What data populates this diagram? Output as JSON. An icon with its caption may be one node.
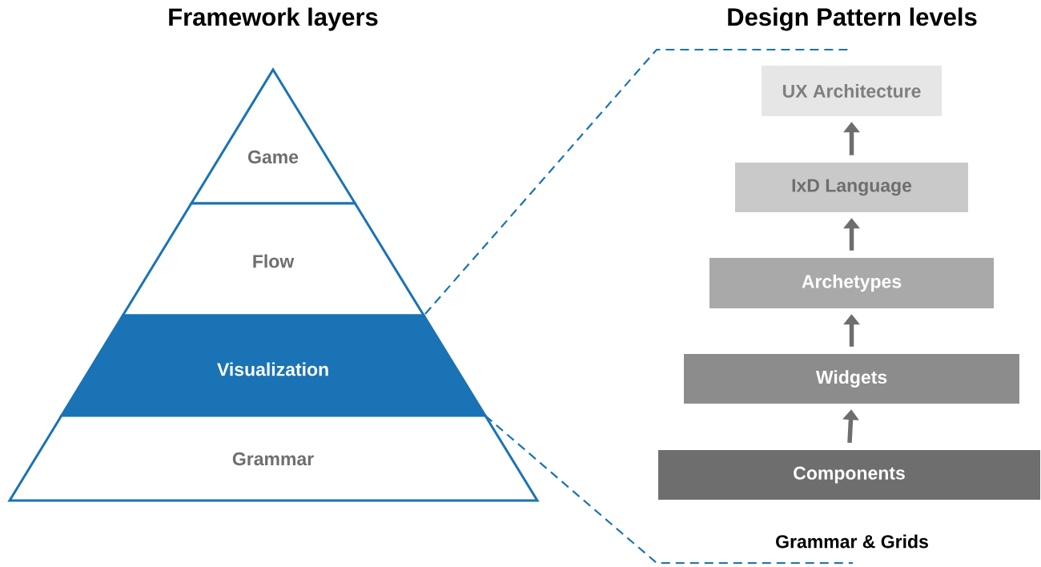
{
  "diagram": {
    "nodes": [
      {
        "text": [
          "Game"
        ]
      },
      {
        "text": [
          "Flow"
        ]
      },
      {
        "text": [
          "Visualization"
        ]
      },
      {
        "text": [
          "Grammar"
        ]
      },
      {
        "text": [
          "UX Architecture"
        ]
      },
      {
        "text": [
          "IxD Language"
        ]
      },
      {
        "text": [
          "Archetypes"
        ]
      },
      {
        "text": [
          "Widgets"
        ]
      },
      {
        "text": [
          "Components"
        ]
      }
    ],
    "edges": [
      {
        "from": 8,
        "to": 7,
        "arrow": "to"
      },
      {
        "from": 7,
        "to": 6,
        "arrow": "to"
      },
      {
        "from": 6,
        "to": 5,
        "arrow": "to"
      },
      {
        "from": 5,
        "to": 4,
        "arrow": "to"
      }
    ],
    "labels": [
      "Framework layers",
      "Design Pattern levels",
      "Grammar & Grids"
    ]
  }
}
